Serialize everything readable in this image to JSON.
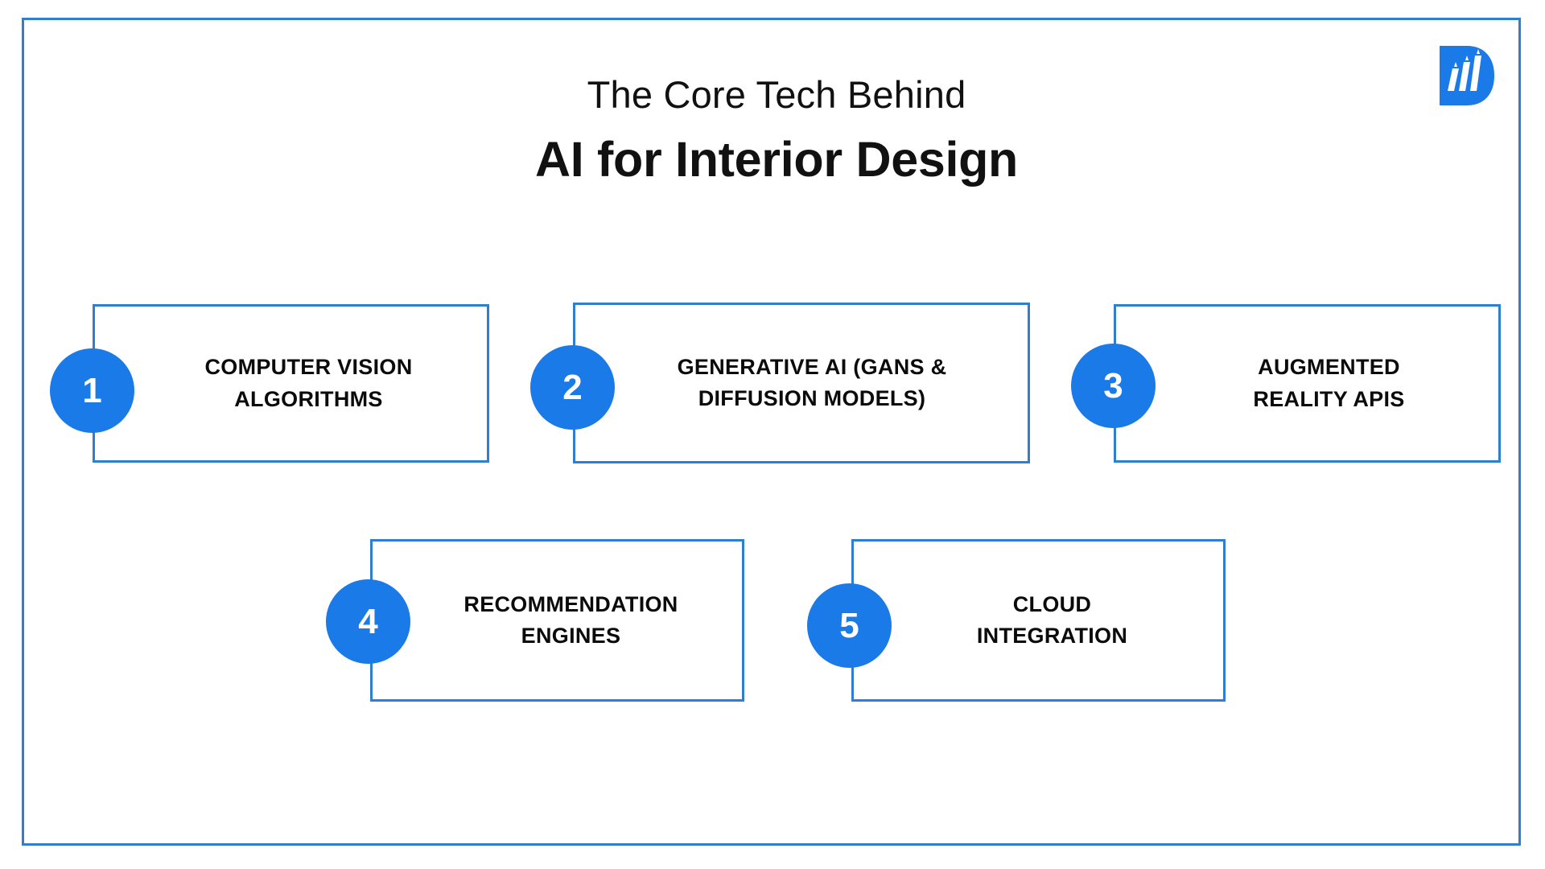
{
  "theme": {
    "accent_blue": "#1a7ae8",
    "frame_blue": "#2f7fd1",
    "text_black": "#0b0b0b",
    "background": "#ffffff"
  },
  "header": {
    "eyebrow_title": "The Core Tech Behind",
    "main_title": "AI for Interior Design"
  },
  "logo": {
    "name": "brand-logo-d",
    "shape": "blue letter D with three ascending white bars"
  },
  "items": [
    {
      "number": "1",
      "label": "COMPUTER VISION\nALGORITHMS"
    },
    {
      "number": "2",
      "label": "GENERATIVE AI (GANS &\nDIFFUSION MODELS)"
    },
    {
      "number": "3",
      "label": "AUGMENTED\nREALITY APIS"
    },
    {
      "number": "4",
      "label": "RECOMMENDATION\nENGINES"
    },
    {
      "number": "5",
      "label": "CLOUD\nINTEGRATION"
    }
  ]
}
